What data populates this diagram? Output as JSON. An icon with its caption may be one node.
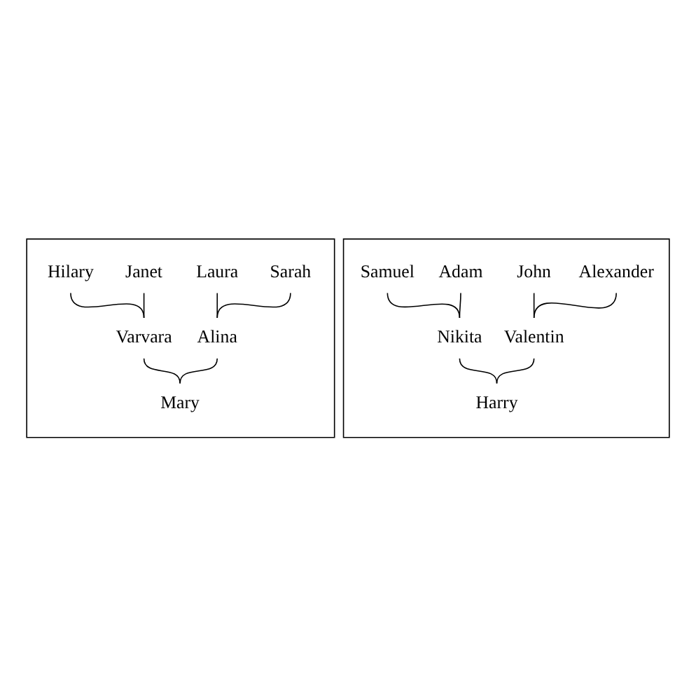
{
  "diagram": {
    "nodes": [
      {
        "text": [],
        "shape": "box"
      },
      {
        "text": [
          "Sarah"
        ],
        "in": 0
      },
      {
        "text": [
          "Laura"
        ],
        "in": 0
      },
      {
        "text": [
          "Janet"
        ],
        "in": 0
      },
      {
        "text": [
          "Hilary"
        ],
        "in": 0
      },
      {
        "text": [
          "Alina"
        ],
        "in": 0
      },
      {
        "text": [
          "Varvara"
        ],
        "in": 0
      },
      {
        "text": [
          "Mary"
        ],
        "in": 0
      },
      {
        "text": [],
        "shape": "box"
      },
      {
        "text": [
          "Alexander"
        ],
        "in": 8
      },
      {
        "text": [
          "John"
        ],
        "in": 8
      },
      {
        "text": [
          "Adam"
        ],
        "in": 8
      },
      {
        "text": [
          "Samuel"
        ],
        "in": 8
      },
      {
        "text": [
          "Valentin"
        ],
        "in": 8
      },
      {
        "text": [
          "Nikita"
        ],
        "in": 8
      },
      {
        "text": [
          "Harry"
        ],
        "in": 8
      }
    ],
    "edges": [
      {
        "from": 1,
        "to": 5,
        "arrow": "none"
      },
      {
        "from": 2,
        "to": 5,
        "arrow": "none"
      },
      {
        "from": 3,
        "to": 6,
        "arrow": "none"
      },
      {
        "from": 4,
        "to": 6,
        "arrow": "none"
      },
      {
        "from": 5,
        "to": 7,
        "arrow": "none"
      },
      {
        "from": 6,
        "to": 7,
        "arrow": "none"
      },
      {
        "from": 9,
        "to": 13,
        "arrow": "none"
      },
      {
        "from": 10,
        "to": 13,
        "arrow": "none"
      },
      {
        "from": 11,
        "to": 14,
        "arrow": "none"
      },
      {
        "from": 12,
        "to": 14,
        "arrow": "none"
      },
      {
        "from": 13,
        "to": 15,
        "arrow": "none"
      },
      {
        "from": 14,
        "to": 15,
        "arrow": "none"
      }
    ]
  }
}
